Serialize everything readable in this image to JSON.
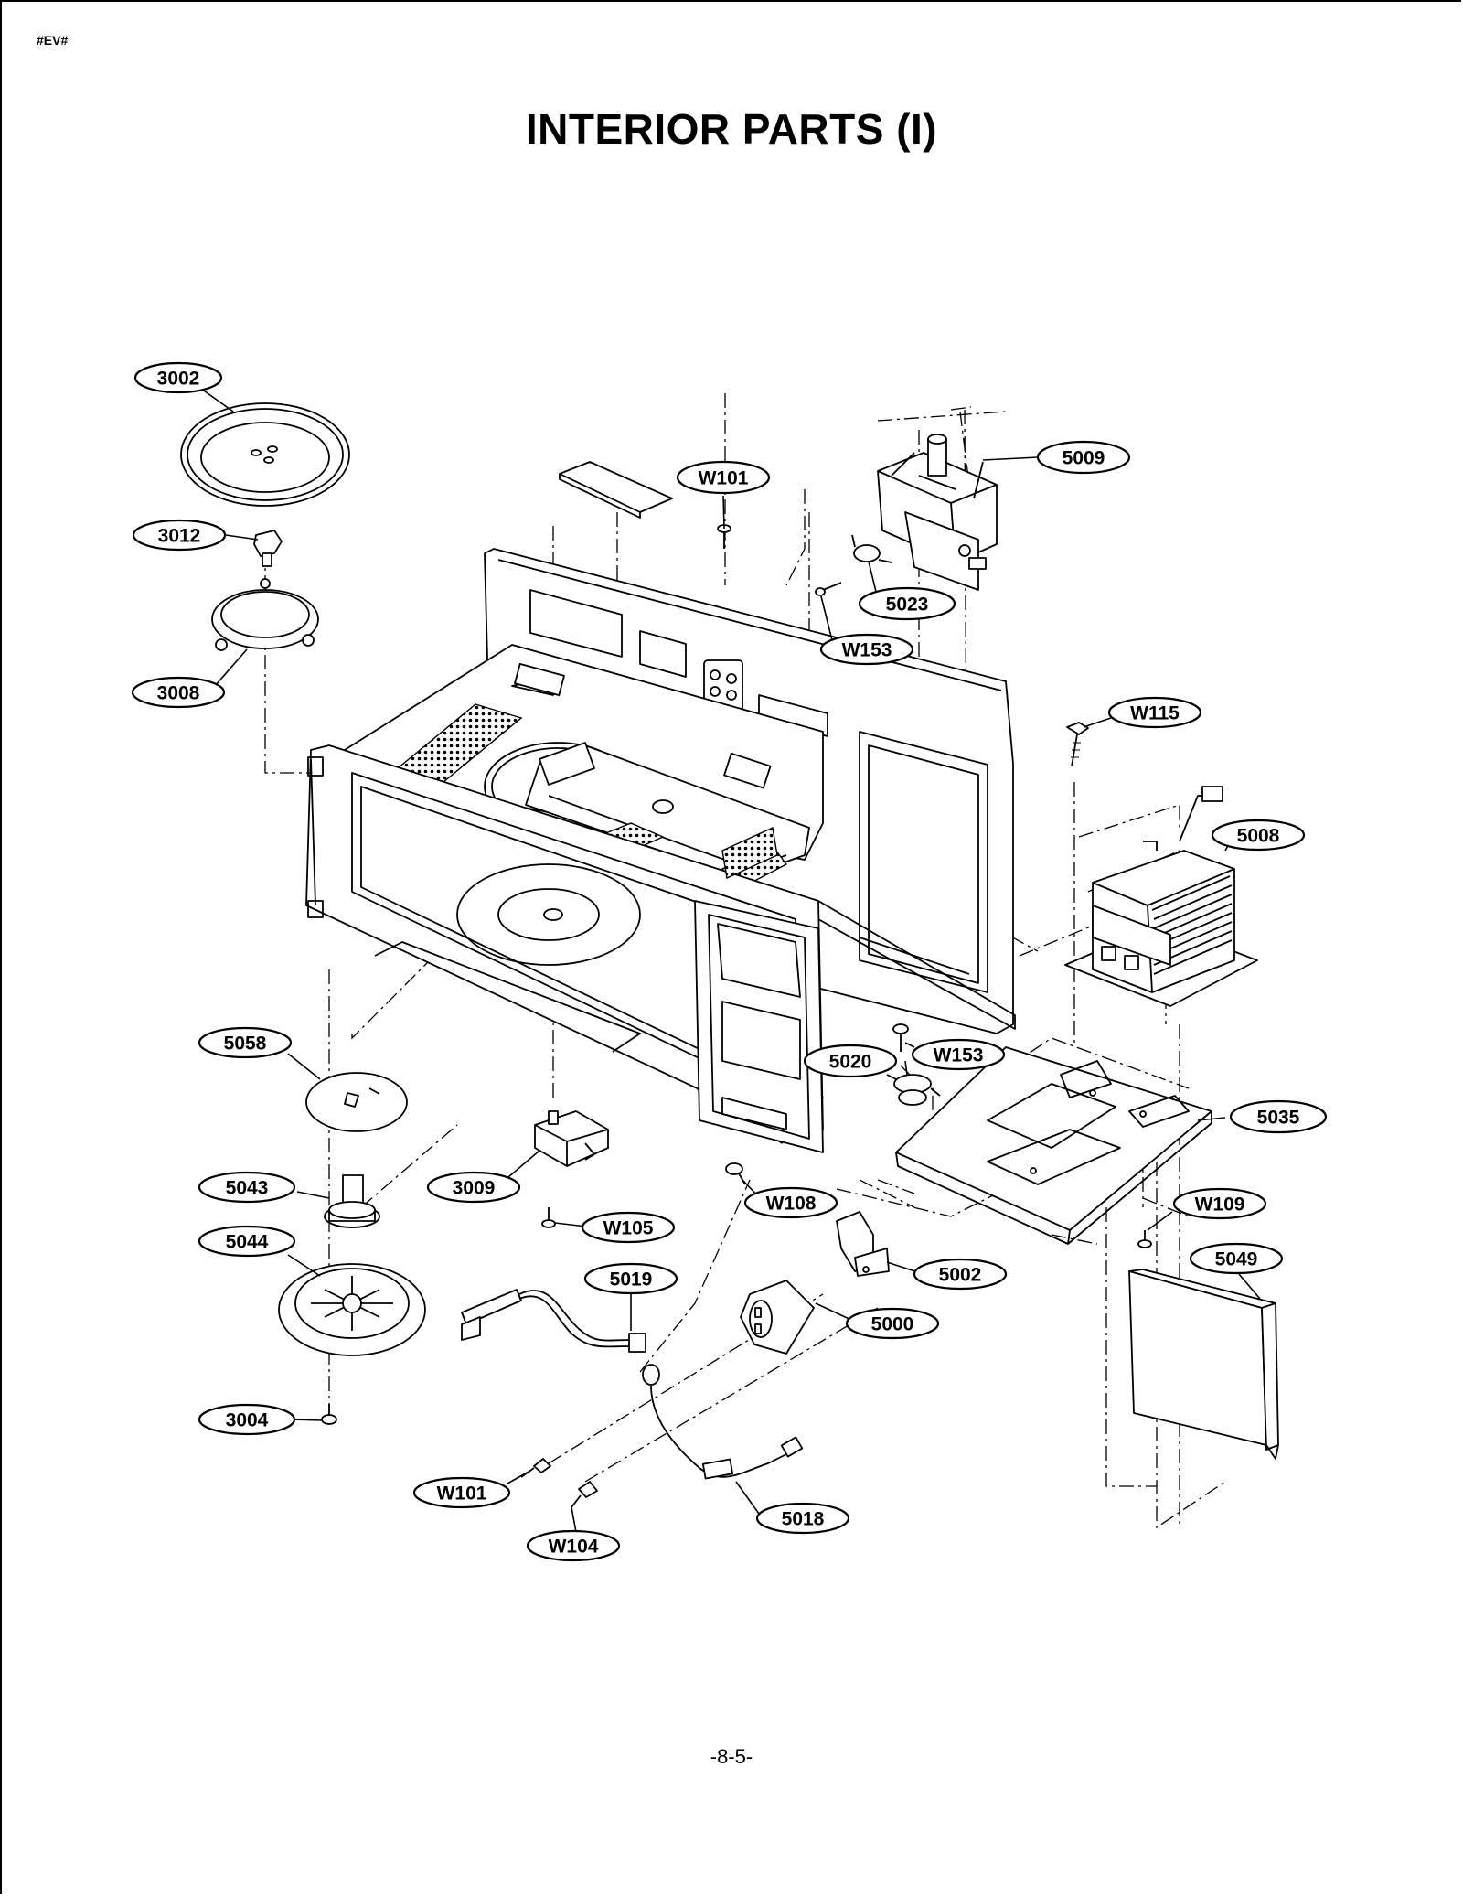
{
  "header_code": "#EV#",
  "title": "INTERIOR PARTS (I)",
  "page_number": "-8-5-",
  "callouts": [
    {
      "id": "c3002",
      "label": "3002"
    },
    {
      "id": "c3012",
      "label": "3012"
    },
    {
      "id": "c3008",
      "label": "3008"
    },
    {
      "id": "cW101a",
      "label": "W101"
    },
    {
      "id": "c5009",
      "label": "5009"
    },
    {
      "id": "c5023",
      "label": "5023"
    },
    {
      "id": "cW153a",
      "label": "W153"
    },
    {
      "id": "cW115",
      "label": "W115"
    },
    {
      "id": "c5008",
      "label": "5008"
    },
    {
      "id": "c5058",
      "label": "5058"
    },
    {
      "id": "c5020",
      "label": "5020"
    },
    {
      "id": "cW153b",
      "label": "W153"
    },
    {
      "id": "c5035",
      "label": "5035"
    },
    {
      "id": "c5043",
      "label": "5043"
    },
    {
      "id": "c3009",
      "label": "3009"
    },
    {
      "id": "cW108",
      "label": "W108"
    },
    {
      "id": "cW109",
      "label": "W109"
    },
    {
      "id": "cW105",
      "label": "W105"
    },
    {
      "id": "c5044",
      "label": "5044"
    },
    {
      "id": "c5019",
      "label": "5019"
    },
    {
      "id": "c5002",
      "label": "5002"
    },
    {
      "id": "c5049",
      "label": "5049"
    },
    {
      "id": "c5000",
      "label": "5000"
    },
    {
      "id": "c3004",
      "label": "3004"
    },
    {
      "id": "cW101b",
      "label": "W101"
    },
    {
      "id": "c5018",
      "label": "5018"
    },
    {
      "id": "cW104",
      "label": "W104"
    }
  ]
}
